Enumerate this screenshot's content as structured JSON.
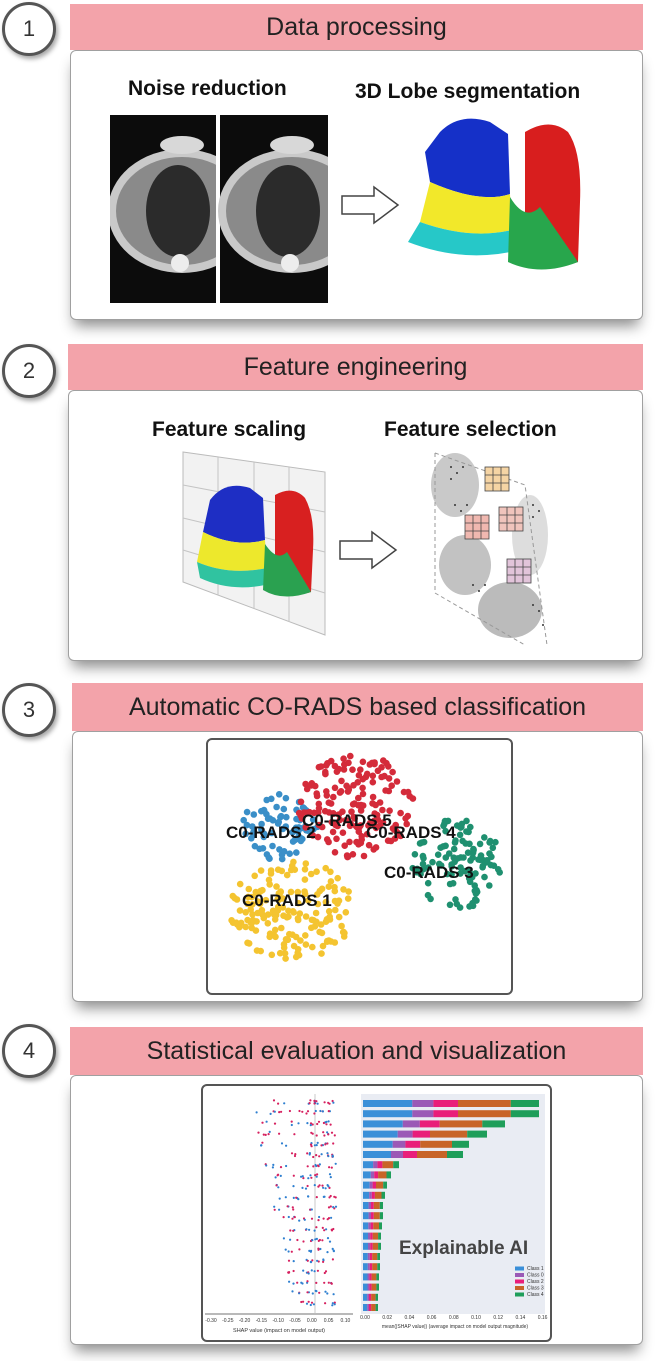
{
  "steps": [
    {
      "number": "1",
      "title": "Data processing",
      "left_label": "Noise reduction",
      "right_label": "3D Lobe segmentation"
    },
    {
      "number": "2",
      "title": "Feature engineering",
      "left_label": "Feature scaling",
      "right_label": "Feature selection"
    },
    {
      "number": "3",
      "title": "Automatic CO-RADS based classification"
    },
    {
      "number": "4",
      "title": "Statistical evaluation and visualization"
    }
  ],
  "cluster_plot": {
    "labels": [
      "C0-RADS 5",
      "C0-RADS 2",
      "C0-RADS 4",
      "C0-RADS 3",
      "C0-RADS 1"
    ],
    "colors": {
      "rads1": "#f4c430",
      "rads2": "#3a8fc8",
      "rads3": "#1f9070",
      "rads5": "#d42b3a"
    }
  },
  "shap": {
    "overlay_text": "Explainable AI",
    "left_xlabel": "SHAP value (impact on model output)",
    "left_ticks": [
      "-0.30",
      "-0.25",
      "-0.20",
      "-0.15",
      "-0.10",
      "-0.05",
      "0.00",
      "0.05",
      "0.10"
    ],
    "right_xlabel": "mean(|SHAP value|) (average impact on model output magnitude)",
    "right_ticks": [
      "0.00",
      "0.02",
      "0.04",
      "0.06",
      "0.08",
      "0.10",
      "0.12",
      "0.14",
      "0.16"
    ],
    "legend": [
      {
        "label": "Class 1",
        "color": "#3a8fd8"
      },
      {
        "label": "Class 0",
        "color": "#9b59b6"
      },
      {
        "label": "Class 2",
        "color": "#e91e7a"
      },
      {
        "label": "Class 3",
        "color": "#c86428"
      },
      {
        "label": "Class 4",
        "color": "#1f9e5a"
      }
    ]
  }
}
